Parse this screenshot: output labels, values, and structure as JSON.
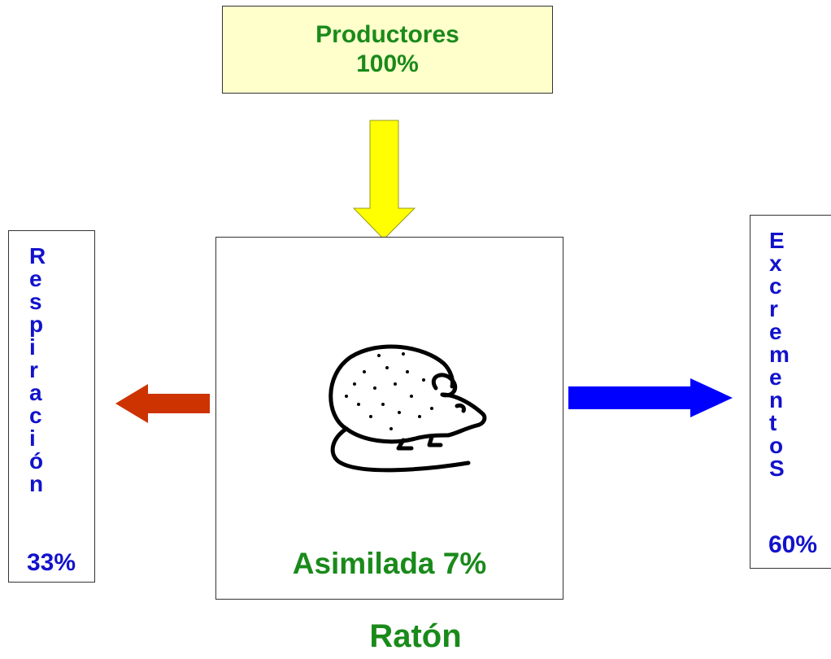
{
  "producers": {
    "label": "Productores",
    "percent": "100%"
  },
  "main_box": {
    "label": "Asimilada 7%"
  },
  "respiration": {
    "letters": [
      "R",
      "e",
      "s",
      "p",
      "i",
      "r",
      "a",
      "c",
      "i",
      "ó",
      "n"
    ],
    "percent": "33%"
  },
  "excrement": {
    "letters": [
      "E",
      "x",
      "c",
      "r",
      "e",
      "m",
      "e",
      "n",
      "t",
      "o",
      "S"
    ],
    "percent": "60%"
  },
  "species": "Ratón",
  "colors": {
    "green_text": "#1a8a1a",
    "blue_text": "#1212cc",
    "producer_fill": "#ffffcc",
    "down_arrow": "#ffff00",
    "left_arrow": "#cc3300",
    "right_arrow": "#0000ff"
  },
  "icons": {
    "animal": "mouse-icon"
  }
}
